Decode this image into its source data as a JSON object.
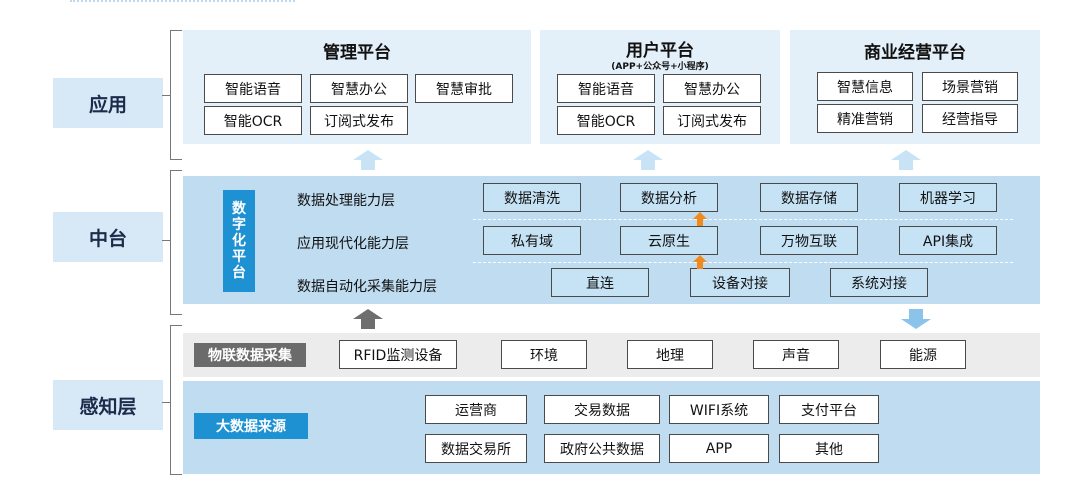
{
  "layers": {
    "application": "应用",
    "middle": "中台",
    "perception": "感知层"
  },
  "app": {
    "management": {
      "title": "管理平台",
      "items": [
        "智能语音",
        "智慧办公",
        "智慧审批",
        "智能OCR",
        "订阅式发布"
      ]
    },
    "user": {
      "title": "用户平台",
      "subtitle": "(APP+公众号+小程序)",
      "items": [
        "智能语音",
        "智慧办公",
        "智能OCR",
        "订阅式发布"
      ]
    },
    "business": {
      "title": "商业经营平台",
      "items": [
        "智慧信息",
        "场景营销",
        "精准营销",
        "经营指导"
      ]
    }
  },
  "middle": {
    "badge_chars": [
      "数",
      "字",
      "化",
      "平",
      "台"
    ],
    "rows": [
      {
        "label": "数据处理能力层",
        "items": [
          "数据清洗",
          "数据分析",
          "数据存储",
          "机器学习"
        ]
      },
      {
        "label": "应用现代化能力层",
        "items": [
          "私有域",
          "云原生",
          "万物互联",
          "API集成"
        ]
      },
      {
        "label": "数据自动化采集能力层",
        "items": [
          "直连",
          "设备对接",
          "系统对接"
        ]
      }
    ]
  },
  "iot": {
    "badge": "物联数据采集",
    "items": [
      "RFID监测设备",
      "环境",
      "地理",
      "声音",
      "能源"
    ]
  },
  "bigdata": {
    "badge": "大数据来源",
    "items": [
      "运营商",
      "交易数据",
      "WIFI系统",
      "支付平台",
      "数据交易所",
      "政府公共数据",
      "APP",
      "其他"
    ]
  },
  "colors": {
    "light_panel": "#e3eff9",
    "mid_panel": "#bfdcf1",
    "accent_blue": "#1e91d3",
    "arrow_orange": "#f08a1c",
    "iot_badge": "#6b6b6b"
  }
}
